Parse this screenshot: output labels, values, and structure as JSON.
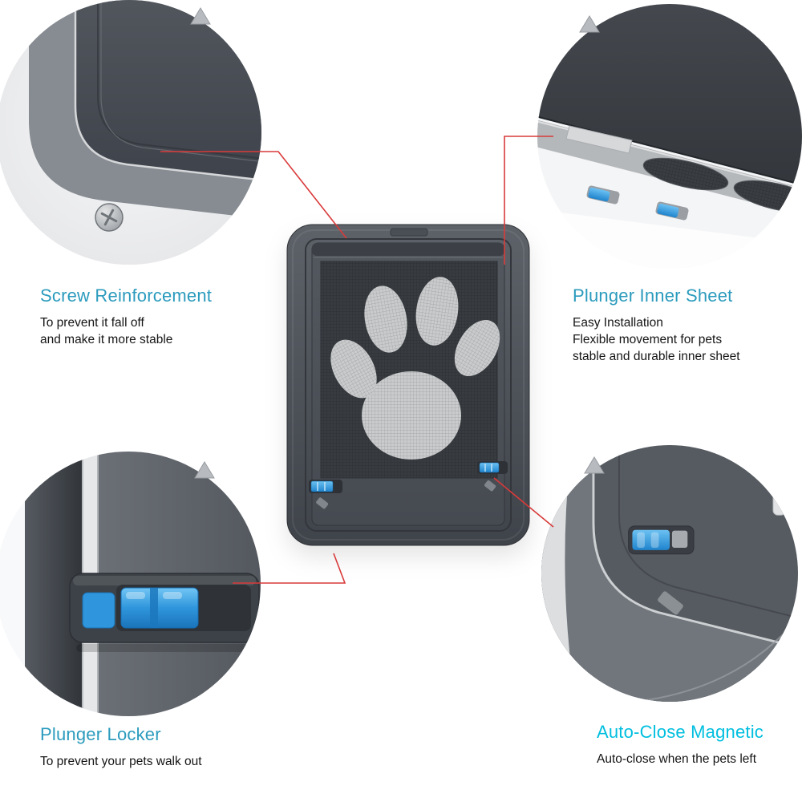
{
  "page": {
    "background": "#ffffff"
  },
  "features": [
    {
      "id": "screw-reinforcement",
      "title": "Screw Reinforcement",
      "desc_lines": [
        "To prevent it fall off",
        "and make it more stable"
      ]
    },
    {
      "id": "plunger-inner-sheet",
      "title": "Plunger Inner Sheet",
      "desc_lines": [
        "Easy Installation",
        "Flexible movement for pets",
        "stable and durable inner sheet"
      ]
    },
    {
      "id": "plunger-locker",
      "title": "Plunger Locker",
      "desc_lines": [
        "To prevent your pets walk out"
      ]
    },
    {
      "id": "auto-close-magnetic",
      "title": "Auto-Close Magnetic",
      "desc_lines": [
        "Auto-close when the pets left"
      ]
    }
  ],
  "colors": {
    "feature_title_teal": "#2b9bbd",
    "feature_title_cyan": "#00bfdf",
    "connector_red": "#d93a3a",
    "frame_dark": "#474b51",
    "slider_blue": "#2f95dc",
    "mesh_light": "#c9cbcc"
  },
  "icons": [
    "callout-marker-triangle",
    "screw-icon",
    "plunger-slider",
    "paw-print-mesh"
  ]
}
